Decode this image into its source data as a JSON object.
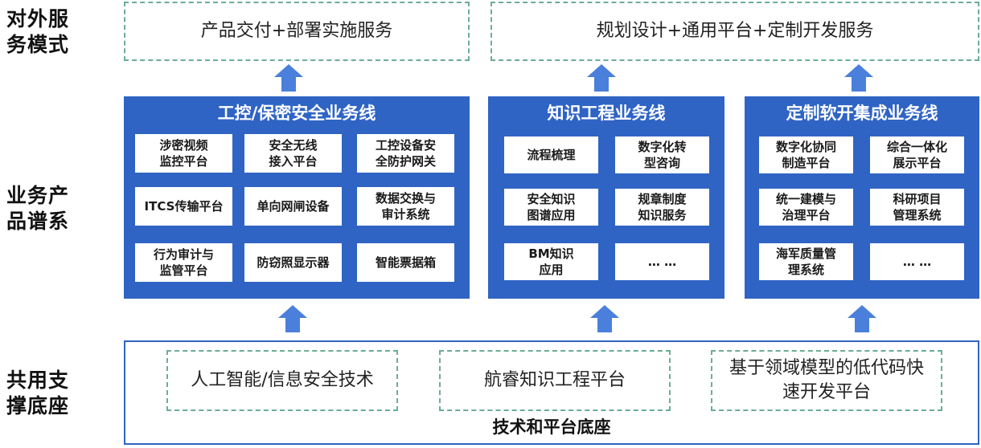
{
  "side_labels": {
    "service_mode": "对外服\n务模式",
    "product_spectrum": "业务产\n品谱系",
    "common_support": "共用支\n撑底座"
  },
  "service_boxes": {
    "left": "产品交付+部署实施服务",
    "right": "规划设计+通用平台+定制开发服务"
  },
  "business_lines": [
    {
      "title": "工控/保密安全业务线",
      "items": [
        "涉密视频\n监控平台",
        "安全无线\n接入平台",
        "工控设备安\n全防护网关",
        "ITCS传输平台",
        "单向网闸设备",
        "数据交换与\n审计系统",
        "行为审计与\n监管平台",
        "防窃照显示器",
        "智能票据箱"
      ]
    },
    {
      "title": "知识工程业务线",
      "items": [
        "流程梳理",
        "数字化转\n型咨询",
        "安全知识\n图谱应用",
        "规章制度\n知识服务",
        "BM知识\n应用",
        "… …"
      ]
    },
    {
      "title": "定制软开集成业务线",
      "items": [
        "数字化协同\n制造平台",
        "综合一体化\n展示平台",
        "统一建模与\n治理平台",
        "科研项目\n管理系统",
        "海军质量管\n理系统",
        "… …"
      ]
    }
  ],
  "foundation": {
    "title": "技术和平台底座",
    "boxes": [
      "人工智能/信息安全技术",
      "航睿知识工程平台",
      "基于领域模型的低代码快\n速开发平台"
    ]
  },
  "colors": {
    "panel": "#2f64c4",
    "arrow": "#4a7fdb",
    "dashed_border": "#6cae92"
  }
}
